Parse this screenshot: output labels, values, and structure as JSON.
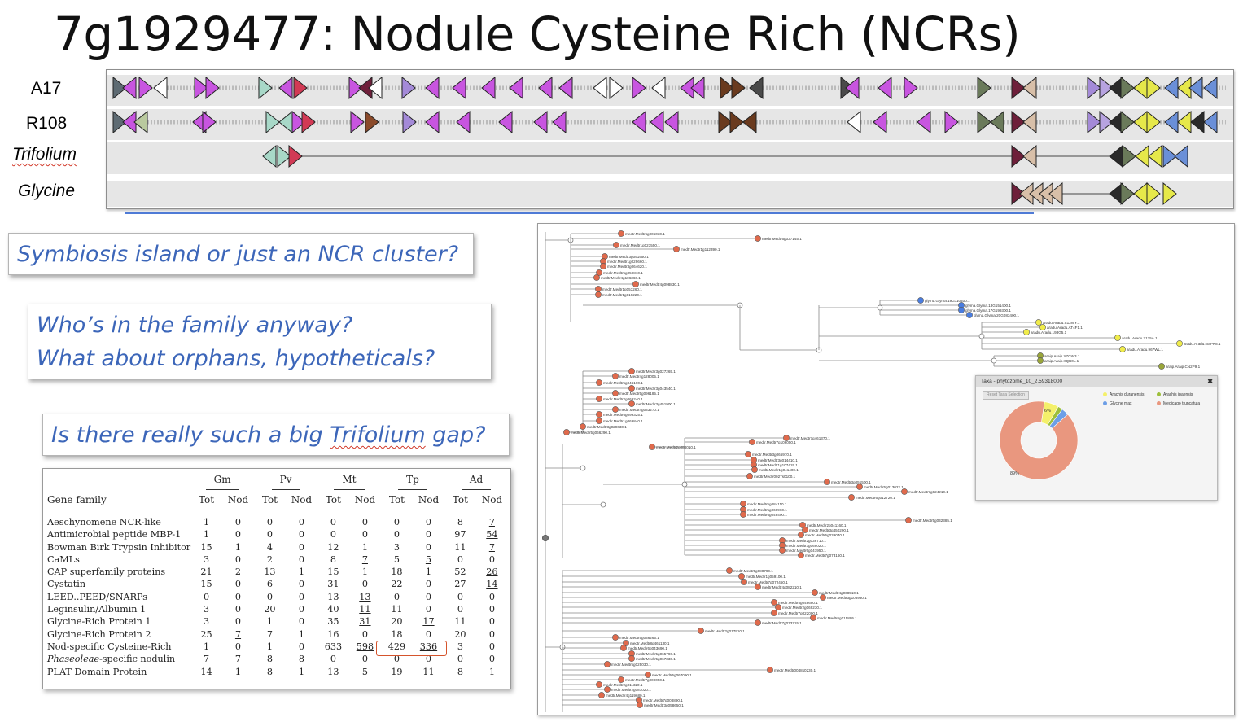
{
  "title": "7g1929477: Nodule Cysteine Rich (NCRs)",
  "tracks": [
    {
      "label": "A17",
      "italic": false,
      "underline": false
    },
    {
      "label": "R108",
      "italic": false,
      "underline": false
    },
    {
      "label": "Trifolium",
      "italic": true,
      "underline": true
    },
    {
      "label": "Glycine",
      "italic": true,
      "underline": false
    }
  ],
  "callouts": {
    "q1": "Symbiosis island or just an NCR cluster?",
    "q2_line1": "Who’s in the family anyway?",
    "q2_line2": "What about orphans, hypotheticals?",
    "q3_pre": "Is there really such a big ",
    "q3_word": "Trifolium",
    "q3_post": " gap?"
  },
  "table": {
    "groups": [
      "Gm",
      "Pv",
      "Mt",
      "Tp",
      "Ad"
    ],
    "family_header": "Gene family",
    "sub": [
      "Tot",
      "Nod"
    ],
    "rows": [
      {
        "name": "Aeschynomene NCR-like",
        "italic_part": "",
        "v": [
          "1",
          "0",
          "0",
          "0",
          "0",
          "0",
          "0",
          "0",
          "8",
          "7"
        ],
        "u": [
          9
        ]
      },
      {
        "name": "Antimicrobial peptide MBP-1",
        "italic_part": "",
        "v": [
          "1",
          "0",
          "0",
          "0",
          "0",
          "0",
          "0",
          "0",
          "97",
          "54"
        ],
        "u": [
          9
        ]
      },
      {
        "name": "Bowman Birk Trypsin Inhibitor",
        "italic_part": "",
        "v": [
          "15",
          "1",
          "4",
          "0",
          "12",
          "1",
          "3",
          "0",
          "11",
          "7"
        ],
        "u": [
          9
        ]
      },
      {
        "name": "CaMLs",
        "italic_part": "",
        "v": [
          "3",
          "0",
          "2",
          "0",
          "8",
          "7",
          "5",
          "5",
          "0",
          "0"
        ],
        "u": [
          5,
          7
        ]
      },
      {
        "name": "CAP superfamily proteins",
        "italic_part": "",
        "v": [
          "21",
          "2",
          "13",
          "1",
          "15",
          "1",
          "18",
          "1",
          "52",
          "26"
        ],
        "u": [
          9
        ]
      },
      {
        "name": "Cystatin",
        "italic_part": "",
        "v": [
          "15",
          "0",
          "6",
          "0",
          "31",
          "0",
          "22",
          "0",
          "27",
          "14"
        ],
        "u": [
          9
        ]
      },
      {
        "name": "LEED..PEED/SNARPs",
        "italic_part": "",
        "v": [
          "0",
          "0",
          "0",
          "0",
          "13",
          "13",
          "0",
          "0",
          "0",
          "0"
        ],
        "u": [
          5
        ]
      },
      {
        "name": "Leginsulin/Albumin 1",
        "italic_part": "",
        "v": [
          "3",
          "0",
          "20",
          "0",
          "40",
          "11",
          "11",
          "0",
          "0",
          "0"
        ],
        "u": [
          5
        ]
      },
      {
        "name": "Glycine-Rich Protein 1",
        "italic_part": "",
        "v": [
          "3",
          "0",
          "1",
          "0",
          "35",
          "31",
          "20",
          "17",
          "11",
          "0"
        ],
        "u": [
          5,
          7
        ]
      },
      {
        "name": "Glycine-Rich Protein 2",
        "italic_part": "",
        "v": [
          "25",
          "7",
          "7",
          "1",
          "16",
          "0",
          "18",
          "0",
          "20",
          "0"
        ],
        "u": [
          1
        ]
      },
      {
        "name": "Nod-specific Cysteine-Rich",
        "italic_part": "",
        "v": [
          "1",
          "0",
          "1",
          "0",
          "633",
          "598",
          "429",
          "336",
          "3",
          "0"
        ],
        "u": [
          5,
          7
        ]
      },
      {
        "name": "-specific nodulin",
        "italic_part": "Phaseoleae",
        "v": [
          "7",
          "7",
          "8",
          "8",
          "0",
          "0",
          "0",
          "0",
          "0",
          "0"
        ],
        "u": [
          1,
          3
        ]
      },
      {
        "name": "PLAT Domain Protein",
        "italic_part": "",
        "v": [
          "14",
          "1",
          "8",
          "1",
          "13",
          "5",
          "19",
          "11",
          "8",
          "1"
        ],
        "u": [
          5,
          7
        ]
      }
    ]
  },
  "tree": {
    "labels_top": [
      "medtr.Medtr6g005030.1",
      "medtr.Medtr6g037145.1",
      "medtr.Medtr1g023550.1",
      "medtr.Medtr1g112390.1",
      "medtr.Medtr3g091950.1",
      "medtr.Medtr1g029660.1",
      "medtr.Medtr3g064620.1",
      "medtr.Medtr5g059810.1",
      "medtr.Medtr4g106360.1",
      "medtr.Medtr4g098830.1",
      "medtr.Medtr1g053260.1",
      "medtr.Medtr1g019220.1"
    ],
    "labels_glyma": [
      "glyma.Glyma.19G110400.1",
      "glyma.Glyma.13G151400.1",
      "glyma.Glyma.17G199300.1",
      "glyma.Glyma.20G083400.1"
    ],
    "labels_aradu": [
      "aradu.Aradu.S13WY.1",
      "aradu.Aradu.AT4F1.1",
      "aradu.Aradu.193G5.1",
      "aradu.Aradu.7175A.1",
      "aradu.Aradu.NSPK8.1",
      "aradu.Aradu.967WL.1"
    ],
    "labels_araip": [
      "araip.Araip.Y7GW3.1",
      "araip.Araip.KQB0L.1",
      "araip.Araip.CN2P9.1"
    ],
    "labels_mid": [
      "medtr.Medtr3g027265.1",
      "medtr.Medtr4g128005.1",
      "medtr.Medtr5g046190.1",
      "medtr.Medtr3g043540.1",
      "medtr.Medtr5g096185.1",
      "medtr.Medtr2g069240.1",
      "medtr.Medtr3g451900.1",
      "medtr.Medtr4g033270.1",
      "medtr.Medtr6g099325.1",
      "medtr.Medtr1g069840.1",
      "medtr.Medtr3g029630.1",
      "medtr.Medtr5g066290.1"
    ],
    "labels_mid2": [
      "medtr.Medtr7g461370.1",
      "medtr.Medtr7g106050.1",
      "medtr.Medtr2g088010.1",
      "medtr.Medtr3g065970.1",
      "medtr.Medtr3g014410.1",
      "medtr.Medtr1g107415.1",
      "medtr.Medtr1g041400.1",
      "medtr.Medtr0027s0100.1",
      "medtr.Medtr3g051500.1",
      "medtr.Medtr5g013022.1",
      "medtr.Medtr7g024210.1",
      "medtr.Medtr6g012720.1",
      "medtr.Medtr5g084110.1",
      "medtr.Medtr5g060960.1",
      "medtr.Medtr6g048400.1",
      "medtr.Medtr5g032385.1",
      "medtr.Medtr2g041160.1",
      "medtr.Medtr3g450290.1",
      "medtr.Medtr5g039040.1",
      "medtr.Medtr2g036710.1",
      "medtr.Medtr3g069020.1",
      "medtr.Medtr6g041950.1",
      "medtr.Medtr7g073160.1"
    ],
    "labels_low": [
      "medtr.Medtr5g080790.1",
      "medtr.Medtr1g059100.1",
      "medtr.Medtr7g072450.1",
      "medtr.Medtr4g082210.1",
      "medtr.Medtr4g068510.1",
      "medtr.Medtr3g108930.1",
      "medtr.Medtr5g048680.1",
      "medtr.Medtr2g069230.1",
      "medtr.Medtr7g022090.1",
      "medtr.Medtr6g015895.1",
      "medtr.Medtr7g073715.1",
      "medtr.Medtr2g017910.1",
      "medtr.Medtr5g036265.1",
      "medtr.Medtr8g461130.1",
      "medtr.Medtr6g043690.1",
      "medtr.Medtr5g065790.1",
      "medtr.Medtr5g067330.1",
      "medtr.Medtr5g025030.1",
      "medtr.Medtr0048s0230.1",
      "medtr.Medtr5g067090.1",
      "medtr.Medtr7g009050.1",
      "medtr.Medtr2g011320.1",
      "medtr.Medtr2g081020.1",
      "medtr.Medtr4g119680.1",
      "medtr.Medtr7g008890.1",
      "medtr.Medtr3g058650.1"
    ]
  },
  "taxa_popup": {
    "title": "Taxa - phytozome_10_2.59318000",
    "reset_button": "Reset Taxa Selection",
    "legend": [
      "Arachis duranensis",
      "Arachis ipaensis",
      "Glycine max",
      "Medicago truncatula"
    ],
    "slices": [
      {
        "name": "Arachis duranensis",
        "percent": 6,
        "color": "#f4f06a"
      },
      {
        "name": "Arachis ipaensis",
        "percent": 2,
        "color": "#9dbf3b"
      },
      {
        "name": "Glycine max",
        "percent": 3,
        "color": "#6c9ee6"
      },
      {
        "name": "Medicago truncatula",
        "percent": 89,
        "color": "#e9977f"
      }
    ],
    "label_small": "6%",
    "label_large": "89%"
  },
  "colors": {
    "accent_blue": "#3c66b9",
    "ncr_magenta": "#c855e0",
    "medtr_node": "#e06a4c",
    "glyma_node": "#4a7de0",
    "aradu_node": "#f0ec4a",
    "araip_node": "#9aa63a",
    "highlight": "#d5542c"
  }
}
